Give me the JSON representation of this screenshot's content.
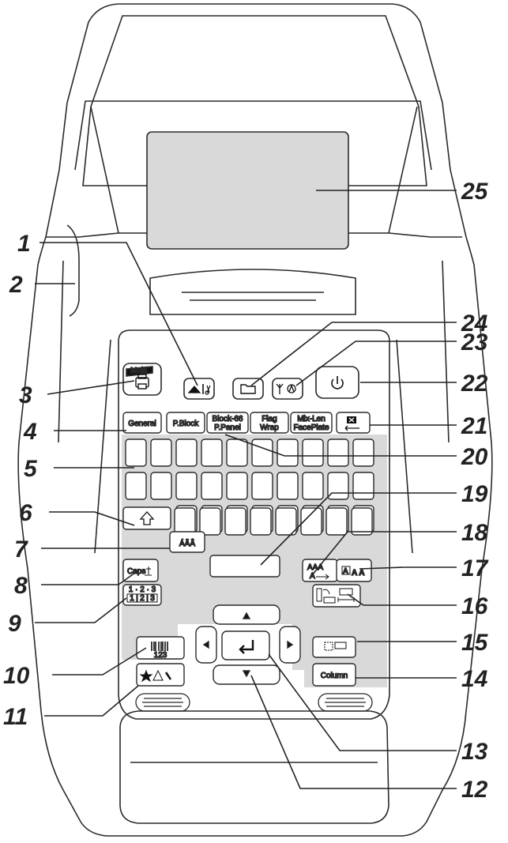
{
  "callouts": [
    "1",
    "2",
    "3",
    "4",
    "5",
    "6",
    "7",
    "8",
    "9",
    "10",
    "11",
    "12",
    "13",
    "14",
    "15",
    "16",
    "17",
    "18",
    "19",
    "20",
    "21",
    "22",
    "23",
    "24",
    "25"
  ],
  "keys": {
    "multi": "Multi",
    "general": "General",
    "pblock": "P.Block",
    "block66_top": "Block-66",
    "block66_bottom": "P.Panel",
    "flag_top": "Flag",
    "flag_bottom": "Wrap",
    "mixlen_top": "Mix-Len",
    "mixlen_bottom": "FacePlate",
    "caps": "Caps",
    "accent": "ÁÄÂ",
    "seq": "1 · 2 · 3",
    "seq_boxes": [
      "1",
      "2",
      "3"
    ],
    "barcode_digits": "123",
    "column": "Column",
    "font_style": "A A",
    "size_label": "AAA"
  },
  "icons": [
    "printer-icon",
    "feed-cut-icon",
    "folder-icon",
    "settings-icon",
    "power-icon",
    "delete-icon",
    "shift-icon",
    "enter-icon",
    "arrow-up-icon",
    "arrow-down-icon",
    "arrow-left-icon",
    "arrow-right-icon",
    "barcode-icon",
    "symbol-icon",
    "frame-icon",
    "length-icon"
  ],
  "colors": {
    "outline": "#2a2a2a",
    "panel_grey": "#d9d9d9",
    "body": "#ffffff"
  }
}
